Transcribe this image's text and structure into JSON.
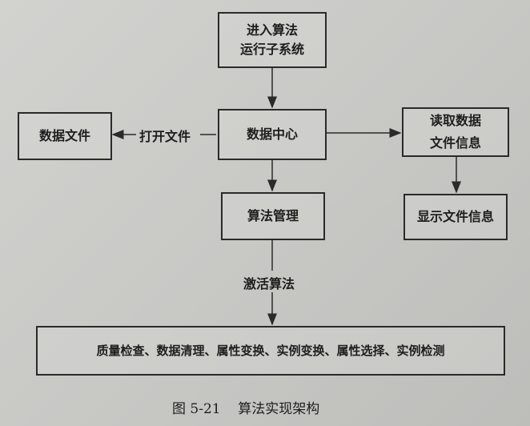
{
  "nodes": {
    "enter": "进入算法\n运行子系统",
    "data_center": "数据中心",
    "data_file": "数据文件",
    "read_info": "读取数据\n文件信息",
    "algo_mgmt": "算法管理",
    "show_info": "显示文件信息",
    "algorithms": "质量检查、数据清理、属性变换、实例变换、属性选择、实例检测"
  },
  "edges": {
    "open_file": "打开文件",
    "activate": "激活算法"
  },
  "caption": "图 5-21    算法实现架构"
}
